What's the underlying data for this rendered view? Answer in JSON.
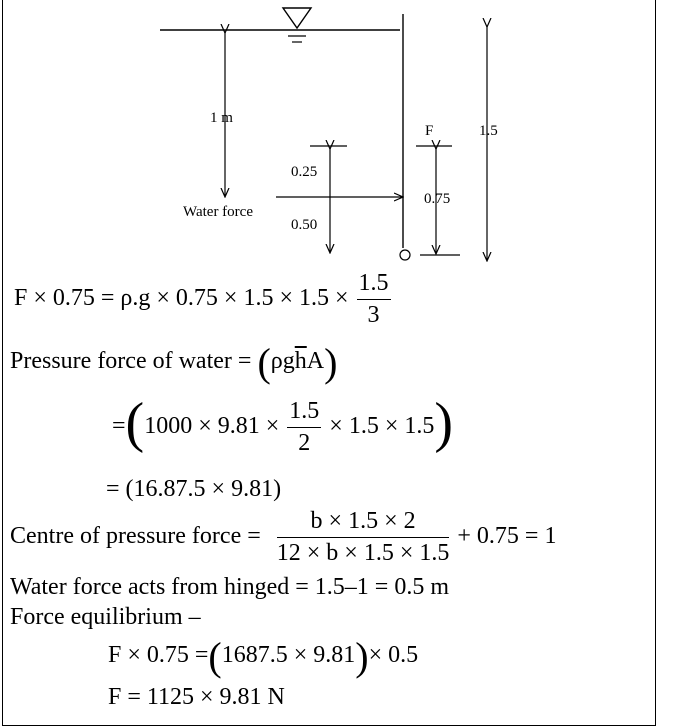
{
  "diagram": {
    "label_1m": "1 m",
    "label_F": "F",
    "label_1_5": "1.5",
    "label_0_25": "0.25",
    "label_0_75": "0.75",
    "label_water_force": "Water force",
    "label_0_50": "0.50"
  },
  "eq1": {
    "lhs": "F × 0.75 = ρ.g × 0.75 × 1.5 × 1.5 ×",
    "num": "1.5",
    "den": "3"
  },
  "eq2": {
    "text": "Pressure force of water = ",
    "open": "(",
    "body_a": "ρg",
    "body_h": "h",
    "body_b": "A",
    "close": ")"
  },
  "eq3": {
    "prefix": "=",
    "open": "(",
    "a": "1000 × 9.81 ×",
    "num": "1.5",
    "den": "2",
    "b": "× 1.5 × 1.5",
    "close": ")"
  },
  "eq4": {
    "text": "= (16.87.5  × 9.81)"
  },
  "eq5": {
    "text": "Centre of pressure  force  =",
    "num": "b × 1.5 × 2",
    "den": "12 × b × 1.5 × 1.5",
    "tail": "+ 0.75 = 1"
  },
  "eq6": {
    "text": "Water force  acts from hinged = 1.5–1 = 0.5 m"
  },
  "eq7": {
    "text": "Force equilibrium –"
  },
  "eq8": {
    "a": "F × 0.75 =",
    "open": "(",
    "b": "1687.5 × 9.81",
    "close": ")",
    "c": "× 0.5"
  },
  "eq9": {
    "text": "F = 1125 × 9.81 N"
  }
}
